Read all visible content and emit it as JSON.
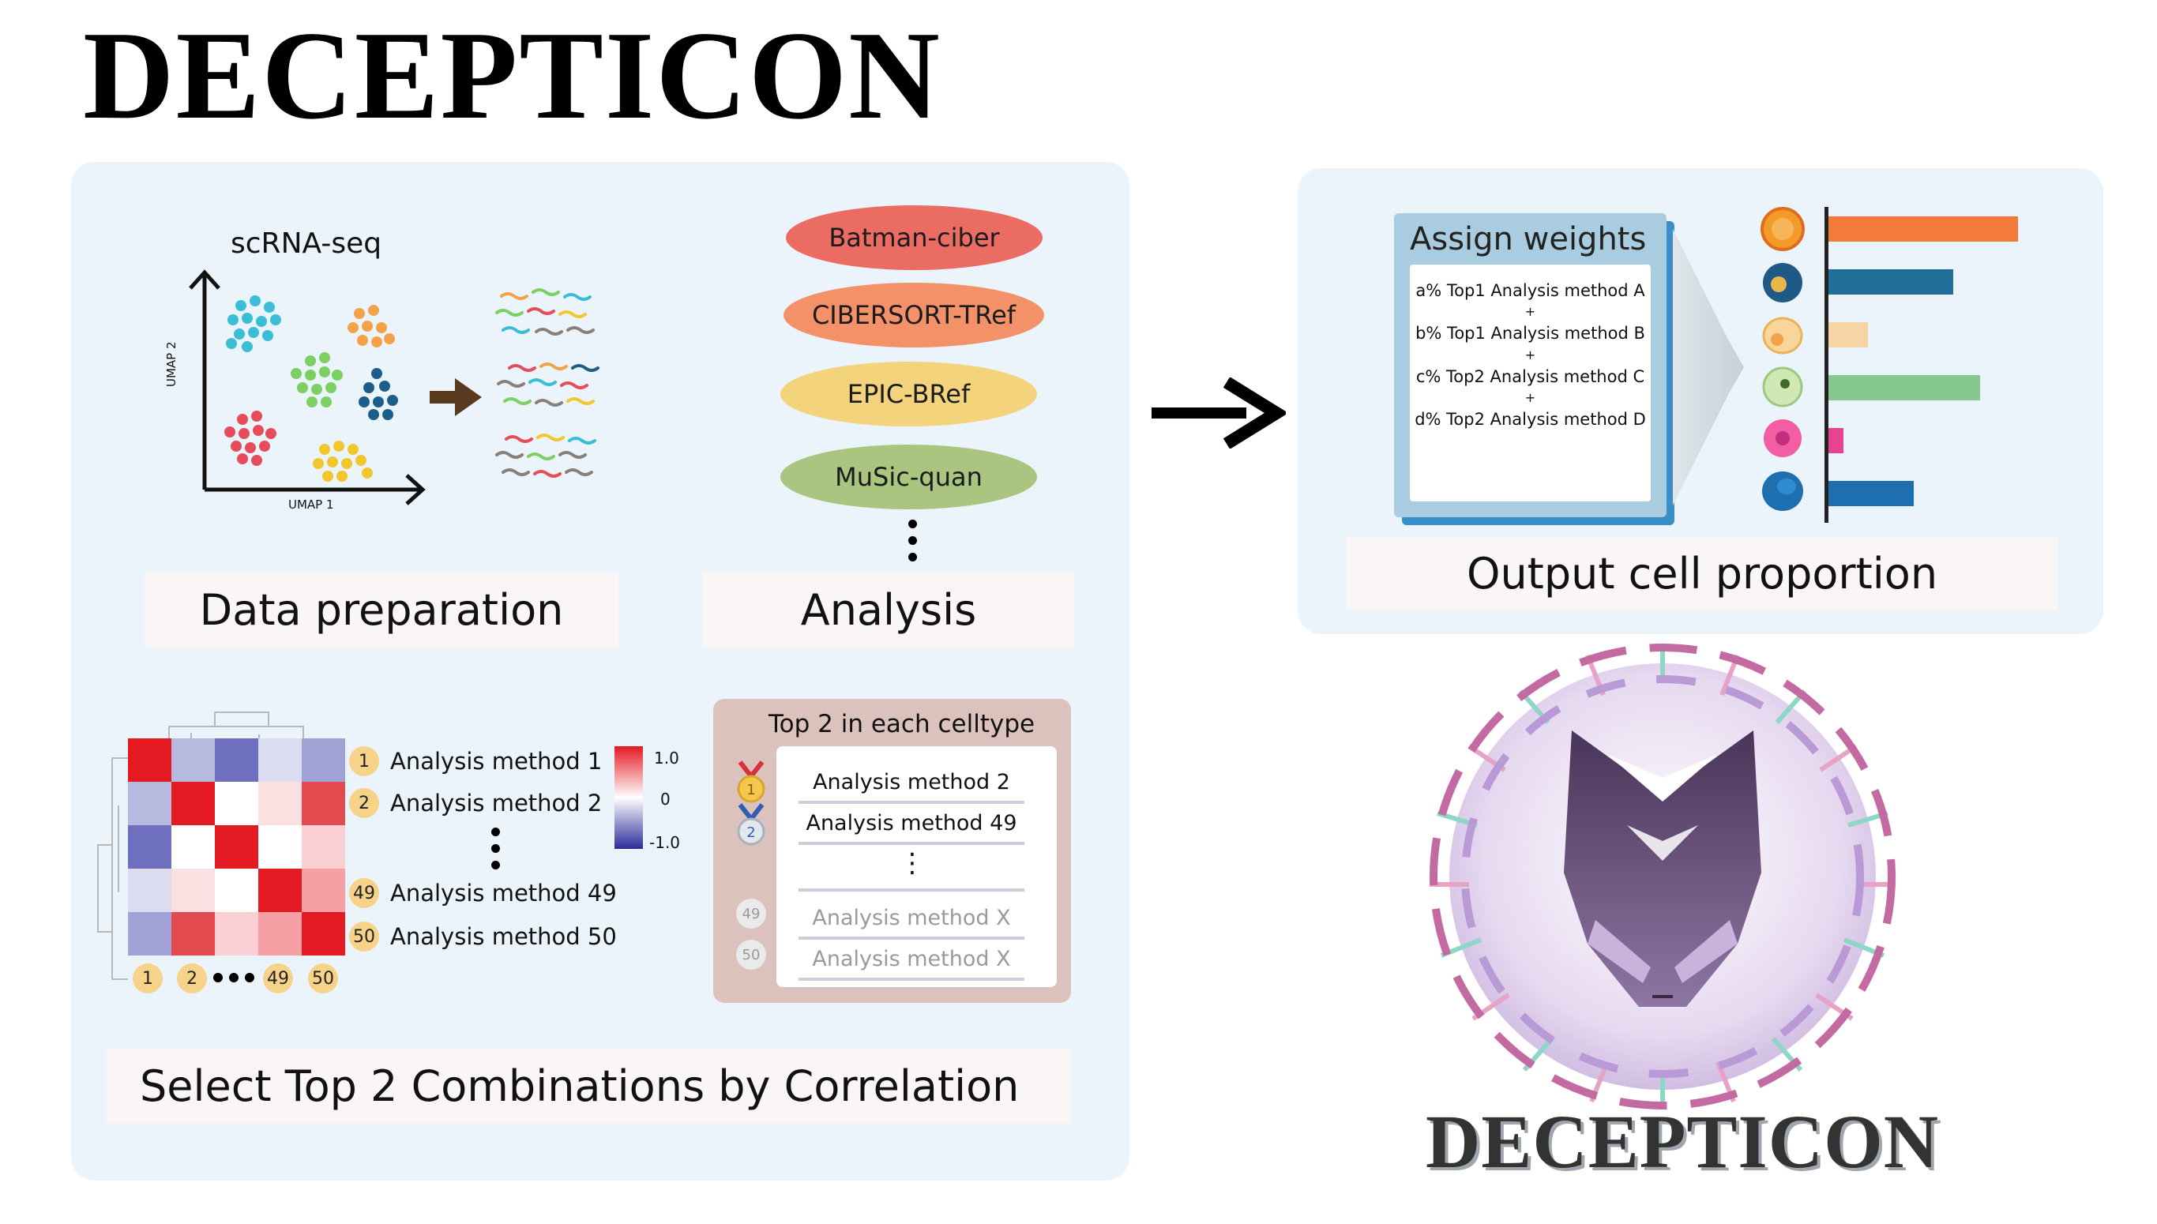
{
  "title": "DECEPTICON",
  "data_preparation": {
    "chart_title": "scRNA-seq",
    "x_axis": "UMAP 1",
    "y_axis": "UMAP 2",
    "label": "Data preparation"
  },
  "analysis": {
    "methods": [
      "Batman-ciber",
      "CIBERSORT-TRef",
      "EPIC-BRef",
      "MuSic-quan"
    ],
    "colors": [
      "#ea6c63",
      "#f39168",
      "#f3d37b",
      "#a9c57f"
    ],
    "label": "Analysis"
  },
  "selection": {
    "label": "Select Top 2 Combinations by Correlation",
    "methods": [
      {
        "badge": "1",
        "name": "Analysis method 1"
      },
      {
        "badge": "2",
        "name": "Analysis method 2"
      },
      {
        "badge": "49",
        "name": "Analysis method 49"
      },
      {
        "badge": "50",
        "name": "Analysis method 50"
      }
    ],
    "column_badges": [
      "1",
      "2",
      "49",
      "50"
    ],
    "scale": {
      "max": "1.0",
      "mid": "0",
      "min": "-1.0"
    },
    "top2": {
      "title": "Top 2 in each celltype",
      "items": [
        {
          "badge": "1",
          "name": "Analysis method 2"
        },
        {
          "badge": "2",
          "name": "Analysis method 49"
        },
        {
          "badge": "49",
          "name": "Analysis method X"
        },
        {
          "badge": "50",
          "name": "Analysis method X"
        }
      ],
      "ellipsis": "⋮"
    }
  },
  "output": {
    "card_title": "Assign weights",
    "formula": [
      "a% Top1 Analysis method A",
      "b% Top1 Analysis method B",
      "c% Top2 Analysis method C",
      "d% Top2 Analysis method D"
    ],
    "plus": "+",
    "label": "Output cell proportion",
    "bars": [
      {
        "value": 1.0,
        "color": "#f47a3c"
      },
      {
        "value": 0.66,
        "color": "#1f6f99"
      },
      {
        "value": 0.21,
        "color": "#f8d3a6"
      },
      {
        "value": 0.8,
        "color": "#85c98f"
      },
      {
        "value": 0.08,
        "color": "#e84393"
      },
      {
        "value": 0.45,
        "color": "#1e6fb0"
      }
    ]
  },
  "logo_text": "DECEPTICON"
}
